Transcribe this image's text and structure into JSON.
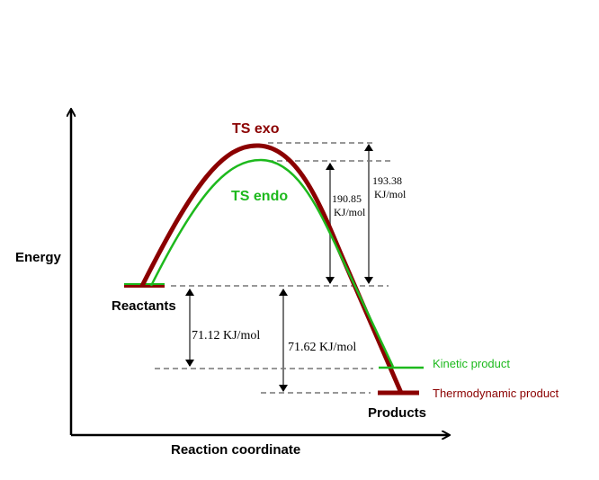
{
  "axes": {
    "y_label": "Energy",
    "x_label": "Reaction coordinate"
  },
  "states": {
    "reactants": "Reactants",
    "products": "Products",
    "ts_exo": "TS exo",
    "ts_endo": "TS endo",
    "kinetic_product": "Kinetic product",
    "thermodynamic_product": "Thermodynamic product"
  },
  "energies": {
    "exo_barrier_value": "193.38",
    "exo_barrier_unit": "KJ/mol",
    "endo_barrier_value": "190.85",
    "endo_barrier_unit": "KJ/mol",
    "kinetic_delta": "71.12 KJ/mol",
    "thermo_delta": "71.62 KJ/mol"
  },
  "colors": {
    "exo": "#8b0000",
    "endo": "#1db91d",
    "axis": "#000000",
    "guide": "#777777"
  }
}
